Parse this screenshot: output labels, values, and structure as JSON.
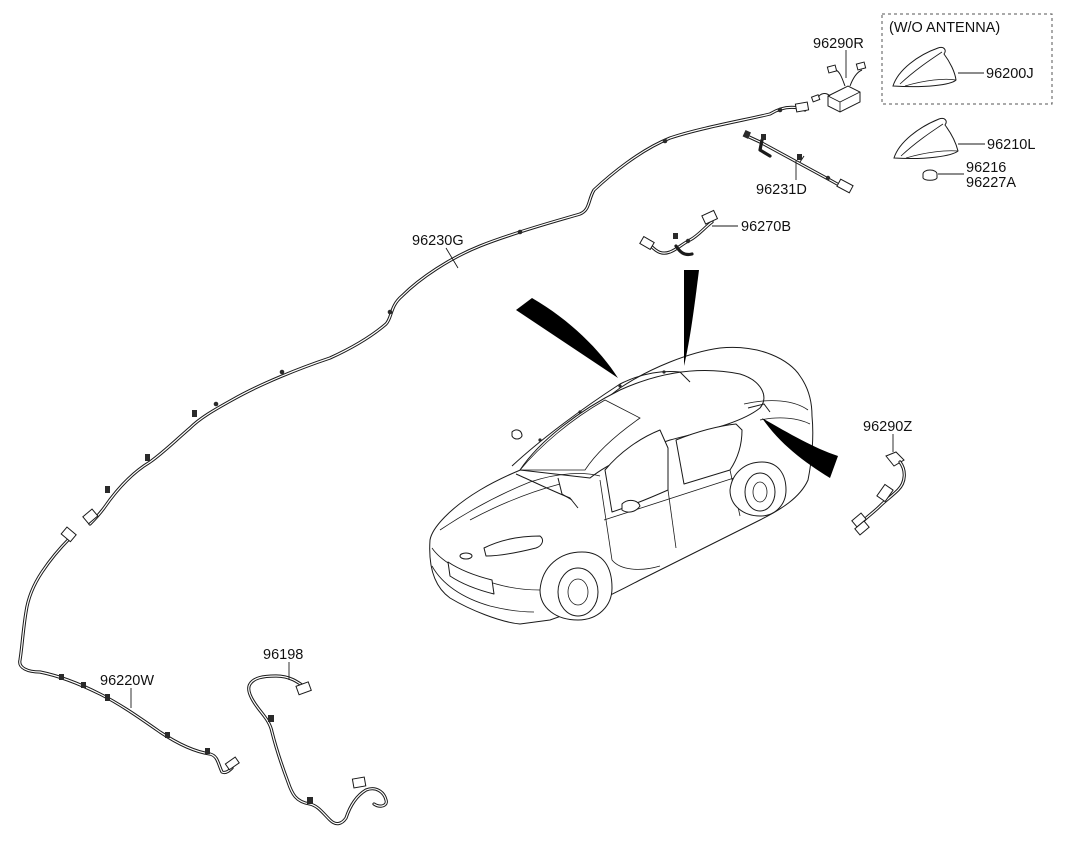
{
  "diagram": {
    "box_label": "(W/O ANTENNA)",
    "parts": {
      "p96290R": "96290R",
      "p96200J": "96200J",
      "p96210L": "96210L",
      "p96216": "96216",
      "p96227A": "96227A",
      "p96231D": "96231D",
      "p96270B": "96270B",
      "p96230G": "96230G",
      "p96290Z": "96290Z",
      "p96198": "96198",
      "p96220W": "96220W"
    }
  }
}
